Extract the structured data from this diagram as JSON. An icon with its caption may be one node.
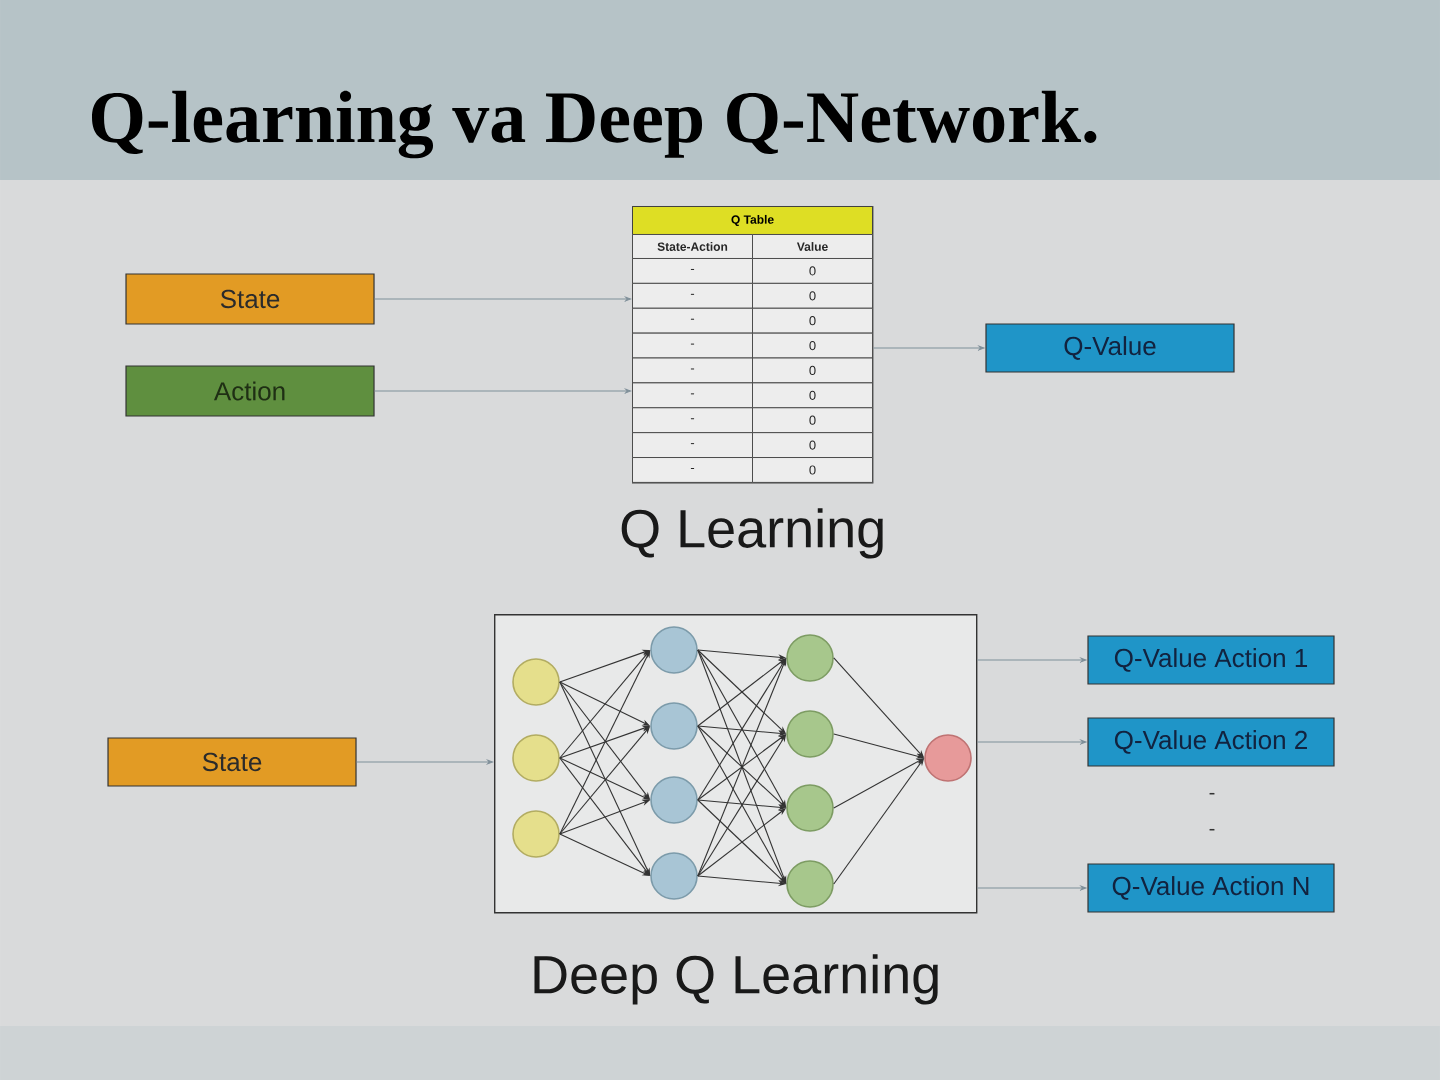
{
  "diagram": {
    "title": "Q-learning va Deep Q-Network.",
    "nodes": [
      {
        "text": [
          "State"
        ]
      },
      {
        "text": [
          "Action"
        ]
      },
      {
        "text": [
          "Q Table"
        ],
        "beside": [
          "Q Learning"
        ]
      },
      {
        "text": [
          "Q-Value"
        ]
      },
      {
        "text": [
          "State"
        ]
      },
      {
        "text": [],
        "shape": "box",
        "beside": [
          "Deep Q Learning"
        ]
      },
      {
        "text": [],
        "shape": "circle",
        "in": 5
      },
      {
        "text": [],
        "shape": "circle",
        "in": 5
      },
      {
        "text": [],
        "shape": "circle",
        "in": 5
      },
      {
        "text": [],
        "shape": "circle",
        "in": 5
      },
      {
        "text": [],
        "shape": "circle",
        "in": 5
      },
      {
        "text": [],
        "shape": "circle",
        "in": 5
      },
      {
        "text": [],
        "shape": "circle",
        "in": 5
      },
      {
        "text": [],
        "shape": "circle",
        "in": 5
      },
      {
        "text": [],
        "shape": "circle",
        "in": 5
      },
      {
        "text": [],
        "shape": "circle",
        "in": 5
      },
      {
        "text": [],
        "shape": "circle",
        "in": 5
      },
      {
        "text": [],
        "shape": "circle",
        "in": 5
      },
      {
        "text": [
          "Q-Value Action 1"
        ]
      },
      {
        "text": [
          "Q-Value Action 2"
        ]
      },
      {
        "text": [
          "Q-Value Action N"
        ]
      }
    ],
    "edges": [
      {
        "from": 0,
        "to": 2,
        "arrow": "to",
        "color": "#7f8f99"
      },
      {
        "from": 1,
        "to": 2,
        "arrow": "to",
        "color": "#7f8f99"
      },
      {
        "from": 2,
        "to": 3,
        "arrow": "to",
        "color": "#7f8f99"
      },
      {
        "from": 4,
        "to": 5,
        "arrow": "to",
        "color": "#7f8f99"
      },
      {
        "from": 6,
        "to": 9,
        "arrow": "to"
      },
      {
        "from": 6,
        "to": 10,
        "arrow": "to"
      },
      {
        "from": 6,
        "to": 11,
        "arrow": "to"
      },
      {
        "from": 6,
        "to": 12,
        "arrow": "to"
      },
      {
        "from": 7,
        "to": 9,
        "arrow": "to"
      },
      {
        "from": 7,
        "to": 10,
        "arrow": "to"
      },
      {
        "from": 7,
        "to": 11,
        "arrow": "to"
      },
      {
        "from": 7,
        "to": 12,
        "arrow": "to"
      },
      {
        "from": 8,
        "to": 9,
        "arrow": "to"
      },
      {
        "from": 8,
        "to": 10,
        "arrow": "to"
      },
      {
        "from": 8,
        "to": 11,
        "arrow": "to"
      },
      {
        "from": 8,
        "to": 12,
        "arrow": "to"
      },
      {
        "from": 9,
        "to": 13,
        "arrow": "to"
      },
      {
        "from": 9,
        "to": 14,
        "arrow": "to"
      },
      {
        "from": 9,
        "to": 15,
        "arrow": "to"
      },
      {
        "from": 9,
        "to": 16,
        "arrow": "to"
      },
      {
        "from": 10,
        "to": 13,
        "arrow": "to"
      },
      {
        "from": 10,
        "to": 14,
        "arrow": "to"
      },
      {
        "from": 10,
        "to": 15,
        "arrow": "to"
      },
      {
        "from": 10,
        "to": 16,
        "arrow": "to"
      },
      {
        "from": 11,
        "to": 13,
        "arrow": "to"
      },
      {
        "from": 11,
        "to": 14,
        "arrow": "to"
      },
      {
        "from": 11,
        "to": 15,
        "arrow": "to"
      },
      {
        "from": 11,
        "to": 16,
        "arrow": "to"
      },
      {
        "from": 12,
        "to": 13,
        "arrow": "to"
      },
      {
        "from": 12,
        "to": 14,
        "arrow": "to"
      },
      {
        "from": 12,
        "to": 15,
        "arrow": "to"
      },
      {
        "from": 12,
        "to": 16,
        "arrow": "to"
      },
      {
        "from": 13,
        "to": 17,
        "arrow": "to"
      },
      {
        "from": 14,
        "to": 17,
        "arrow": "to"
      },
      {
        "from": 15,
        "to": 17,
        "arrow": "to"
      },
      {
        "from": 16,
        "to": 17,
        "arrow": "to"
      },
      {
        "from": 5,
        "to": 18,
        "arrow": "to",
        "color": "#7f8f99"
      },
      {
        "from": 5,
        "to": 19,
        "arrow": "to",
        "color": "#7f8f99"
      },
      {
        "from": 5,
        "to": 20,
        "arrow": "to",
        "color": "#7f8f99"
      }
    ],
    "labels": [
      "State-Action",
      "Value",
      "-",
      "0",
      "-",
      "0",
      "-",
      "0",
      "-",
      "0",
      "-",
      "0",
      "-",
      "0",
      "-",
      "0",
      "-",
      "0",
      "-",
      "0",
      "-",
      "-"
    ]
  }
}
